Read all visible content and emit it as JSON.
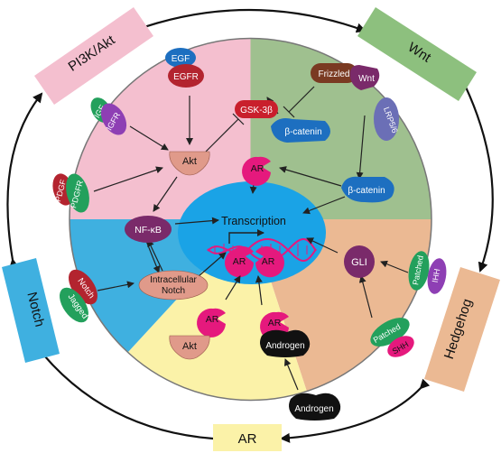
{
  "pathway_boxes": {
    "pi3k": "PI3K/Akt",
    "wnt": "Wnt",
    "hedgehog": "Hedgehog",
    "notch": "Notch",
    "ar": "AR"
  },
  "center": {
    "transcription": "Transcription",
    "ar": "AR"
  },
  "pi3k_nodes": {
    "egf": "EGF",
    "egfr": "EGFR",
    "igf": "IGF",
    "igfr": "IGFR",
    "pdgf": "PDGF",
    "pdgfr": "PDGFR",
    "akt": "Akt",
    "gsk3b": "GSK-3β",
    "nfkb": "NF-κB"
  },
  "wnt_nodes": {
    "frizzled": "Frizzled",
    "wnt": "Wnt",
    "lrp": "LRP5/6",
    "bcatenin_membrane": "β-catenin",
    "bcatenin_cyto": "β-catenin",
    "ar": "AR"
  },
  "hh_nodes": {
    "gli": "GLI",
    "patched_top": "Patched",
    "ihh": "IHH",
    "patched_bottom": "Patched",
    "shh": "SHH"
  },
  "notch_nodes": {
    "notch": "Notch",
    "jagged": "Jagged",
    "intracellular": [
      "Intracellular",
      "Notch"
    ]
  },
  "ar_nodes": {
    "ar_left": "AR",
    "akt": "Akt",
    "ar_right": "AR",
    "androgen_bound": "Androgen",
    "androgen_free": "Androgen"
  },
  "colors": {
    "pink": "#f4bfcf",
    "green": "#9fc08f",
    "orange": "#ebb993",
    "yellow": "#fbf2a8",
    "blue": "#3fb0e0",
    "center": "#1aa3e6",
    "magenta": "#e5197d"
  }
}
